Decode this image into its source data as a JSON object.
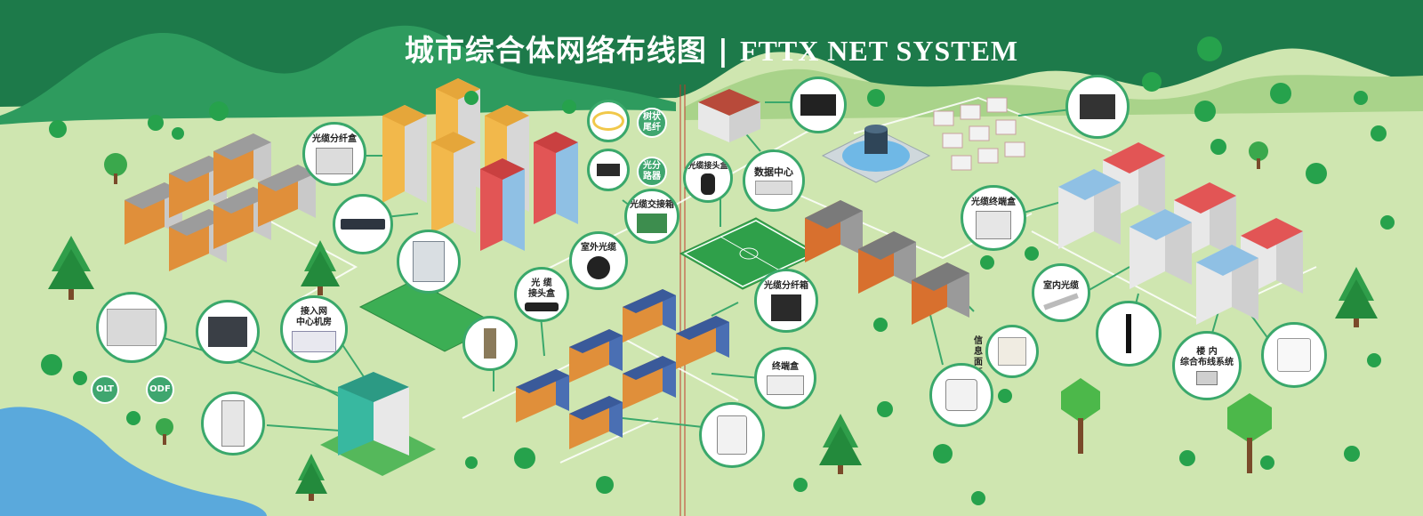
{
  "title": {
    "cn": "城市综合体网络布线图",
    "sep": "|",
    "en": "FTTX NET SYSTEM"
  },
  "labels": {
    "fiber_split_box_top": "光缆分纤盒",
    "tree_pigtail": "树状\n尾纤",
    "optical_splitter": "光分\n路器",
    "cross_connect": "光缆交接箱",
    "outdoor_cable": "室外光缆",
    "cable_joint_left": "光 缆\n接头盒",
    "access_center": "接入网\n中心机房",
    "olt": "OLT",
    "odf": "ODF",
    "cable_joint_right": "光缆接头盒",
    "data_center": "数据中心",
    "fiber_split_box_mid": "光缆分纤箱",
    "terminal_box": "终端盒",
    "cable_terminal_box": "光缆终端盒",
    "indoor_cable": "室内光缆",
    "info_panel": "信\n息\n面\n板",
    "indoor_cabling": "楼 内\n综合布线系统"
  },
  "colors": {
    "grass": "#cfe6b0",
    "mountain_dark": "#1d7a4a",
    "mountain_mid": "#2e9b5e",
    "callout_border": "#3aa86b",
    "water": "#5aa9dc"
  }
}
